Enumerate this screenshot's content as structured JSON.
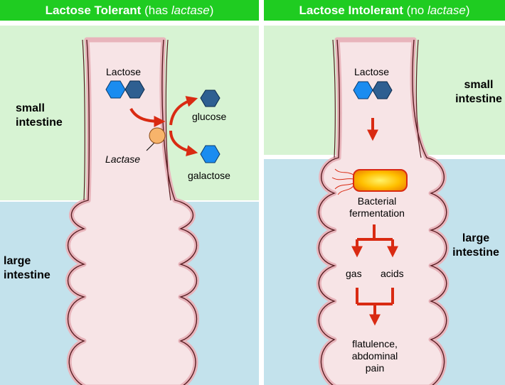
{
  "left": {
    "title_bold": "Lactose Tolerant",
    "title_paren_open": "(has ",
    "title_enzyme": "lactase",
    "title_paren_close": ")",
    "small_intestine": "small\nintestine",
    "large_intestine": "large\nintestine",
    "lactose": "Lactose",
    "glucose": "glucose",
    "galactose": "galactose",
    "lactase": "Lactase"
  },
  "right": {
    "title_bold": "Lactose Intolerant",
    "title_paren_open": "(no ",
    "title_enzyme": "lactase",
    "title_paren_close": ")",
    "small_intestine": "small\nintestine",
    "large_intestine": "large\nintestine",
    "lactose": "Lactose",
    "bacterial_fermentation": "Bacterial\nfermentation",
    "gas": "gas",
    "acids": "acids",
    "symptoms": "flatulence,\nabdominal\npain"
  },
  "colors": {
    "header_green": "#1fcc21",
    "small_intestine_bg": "#d7f3d3",
    "large_intestine_bg": "#c3e2ec",
    "intestine_fill": "#f7e4e6",
    "intestine_wall": "#e8b4bb",
    "arrow_red": "#d92a12",
    "glucose_hex": "#2e5f91",
    "galactose_hex": "#1a8cf0",
    "lactase_enzyme": "#f7b46b",
    "bacterium": "#ffc000"
  }
}
